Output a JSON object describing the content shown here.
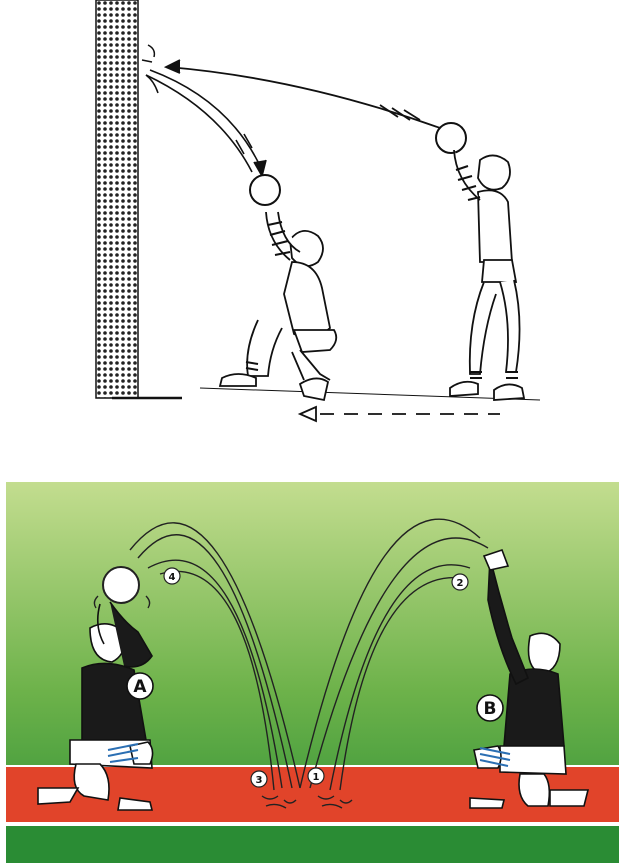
{
  "labels": {
    "player_a": "A",
    "player_b": "B",
    "pass_1": "1",
    "pass_2": "2",
    "pass_3": "3",
    "pass_4": "4"
  },
  "colors": {
    "field_top": "#bfd98a",
    "field_bottom": "#2c8f35",
    "track": "#e1442a",
    "line": "#111111",
    "wall_dots": "#222222"
  }
}
